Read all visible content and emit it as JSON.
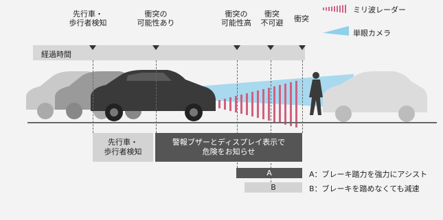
{
  "legend": {
    "radar_label": "ミリ波レーダー",
    "camera_label": "単眼カメラ"
  },
  "phases": [
    {
      "line1": "先行車・",
      "line2": "歩行者検知"
    },
    {
      "line1": "衝突の",
      "line2": "可能性あり"
    },
    {
      "line1": "衝突の",
      "line2": "可能性高"
    },
    {
      "line1": "衝突",
      "line2": "不可避"
    },
    {
      "line1": "衝突",
      "line2": ""
    }
  ],
  "timeline": {
    "label": "経過時間"
  },
  "boxes": {
    "detect": {
      "line1": "先行車・",
      "line2": "歩行者検知"
    },
    "warn": {
      "line1": "警報ブザーとディスプレイ表示で",
      "line2": "危険をお知らせ"
    }
  },
  "assist": {
    "a": {
      "bar": "A",
      "desc": "A：ブレーキ踏力を強力にアシスト"
    },
    "b": {
      "bar": "B",
      "desc": "B：ブレーキを踏めなくても減速"
    }
  },
  "colors": {
    "radar": "#d06080",
    "camera": "#8fd0ec",
    "dark_car": "#3a3a3a",
    "ghost_car": "#9a9a9a",
    "background": "#f3f3f3"
  }
}
